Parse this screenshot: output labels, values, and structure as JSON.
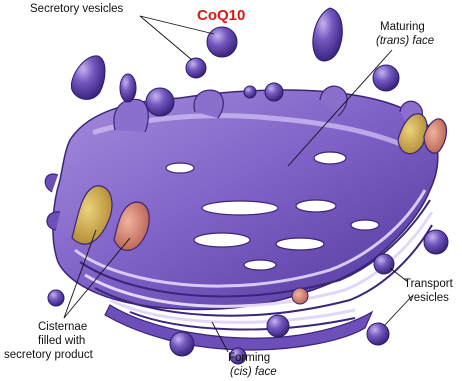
{
  "labels": {
    "secretory_vesicles": "Secretory vesicles",
    "highlight": "CoQ10",
    "maturing": "Maturing",
    "trans_face": "(trans) face",
    "transport_1": "Transport",
    "transport_2": "vesicles",
    "cisternae_1": "Cisternae",
    "cisternae_2": "filled with",
    "cisternae_3": "secretory product",
    "forming": "Forming",
    "cis_face": "(cis) face"
  },
  "colors": {
    "membrane_light": "#b9a3e3",
    "membrane_mid": "#8266c8",
    "membrane_dark": "#4a3192",
    "product_yellow": "#d8b85a",
    "product_pink": "#d98d78",
    "highlight_text": "#e01616"
  }
}
